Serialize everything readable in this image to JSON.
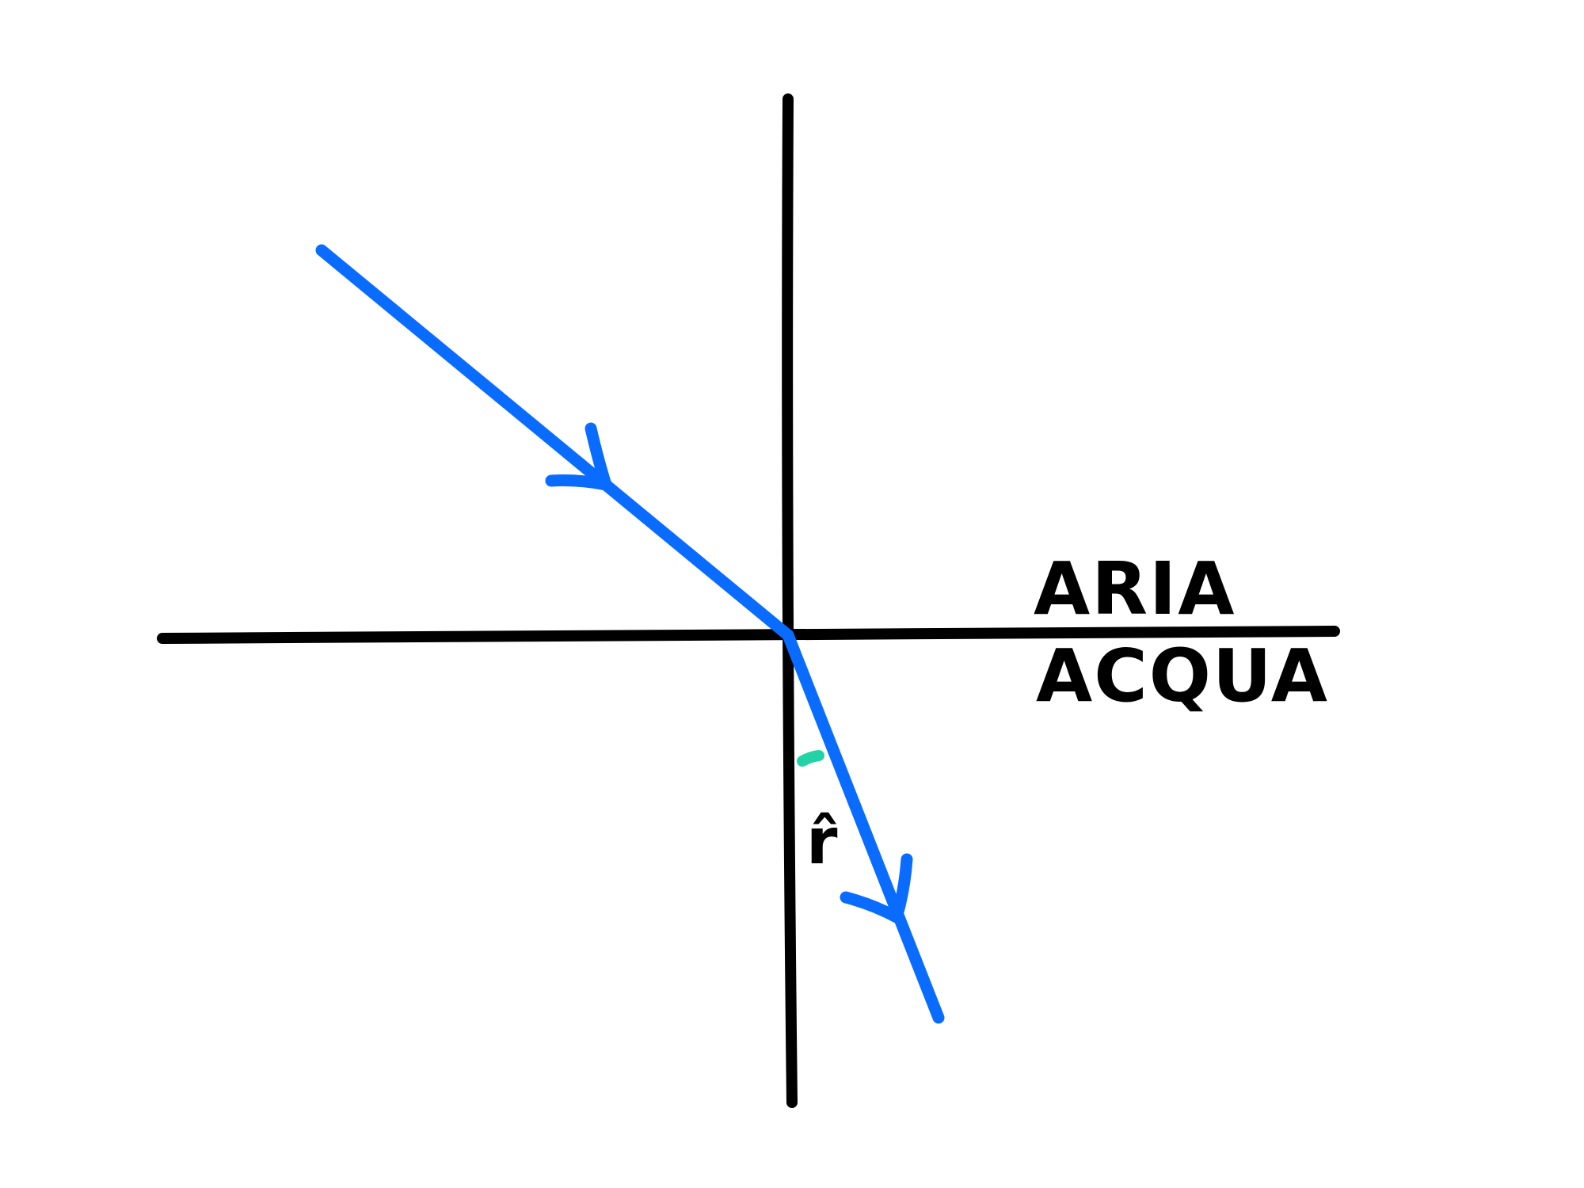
{
  "diagram": {
    "medium_top_label": "ARIA",
    "medium_bottom_label": "ACQUA",
    "refraction_angle_label": "r̂"
  },
  "colors": {
    "background": "#ffffff",
    "lines": "#000000",
    "ray": "#0a6cff",
    "angle_arc": "#22d3a6"
  }
}
